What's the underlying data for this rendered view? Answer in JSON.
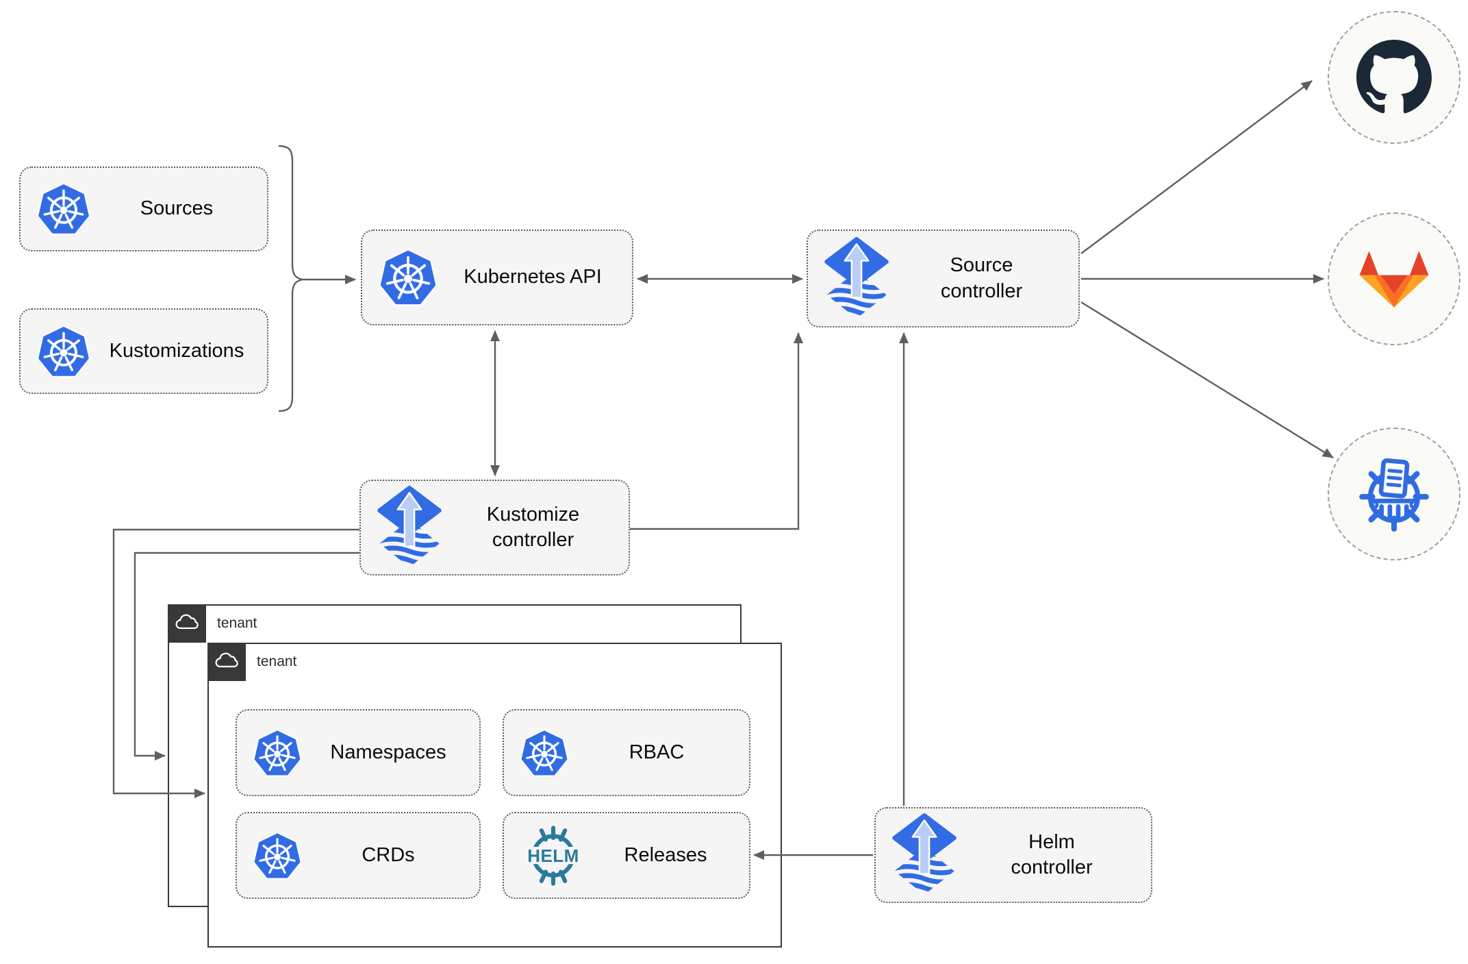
{
  "nodes": {
    "sources": {
      "label": "Sources",
      "icon": "kubernetes-icon"
    },
    "kustomizations": {
      "label": "Kustomizations",
      "icon": "kubernetes-icon"
    },
    "kubernetes_api": {
      "label": "Kubernetes API",
      "icon": "kubernetes-icon"
    },
    "source_controller": {
      "label": "Source controller",
      "icon": "flux-icon"
    },
    "kustomize_controller": {
      "label": "Kustomize controller",
      "icon": "flux-icon"
    },
    "helm_controller": {
      "label": "Helm controller",
      "icon": "flux-icon"
    },
    "namespaces": {
      "label": "Namespaces",
      "icon": "kubernetes-icon"
    },
    "rbac": {
      "label": "RBAC",
      "icon": "kubernetes-icon"
    },
    "crds": {
      "label": "CRDs",
      "icon": "kubernetes-icon"
    },
    "releases": {
      "label": "Releases",
      "icon": "helm-icon"
    }
  },
  "tenants": {
    "back": {
      "label": "tenant",
      "icon": "cloud-icon"
    },
    "front": {
      "label": "tenant",
      "icon": "cloud-icon"
    }
  },
  "remotes": [
    {
      "name": "github",
      "icon": "github-icon"
    },
    {
      "name": "gitlab",
      "icon": "gitlab-icon"
    },
    {
      "name": "helm-repository",
      "icon": "chartmuseum-icon"
    }
  ],
  "logos": {
    "helm_text": "HELM"
  },
  "edges": [
    {
      "from": "sources+kustomizations",
      "to": "kubernetes_api",
      "style": "arrow"
    },
    {
      "from": "kubernetes_api",
      "to": "source_controller",
      "style": "double-arrow"
    },
    {
      "from": "kubernetes_api",
      "to": "kustomize_controller",
      "style": "double-arrow"
    },
    {
      "from": "kustomize_controller",
      "to": "source_controller",
      "style": "arrow"
    },
    {
      "from": "helm_controller",
      "to": "source_controller",
      "style": "arrow"
    },
    {
      "from": "helm_controller",
      "to": "releases",
      "style": "arrow"
    },
    {
      "from": "kustomize_controller",
      "to": "tenant-front",
      "style": "arrow"
    },
    {
      "from": "kustomize_controller",
      "to": "tenant-back",
      "style": "arrow"
    },
    {
      "from": "source_controller",
      "to": "github",
      "style": "arrow"
    },
    {
      "from": "source_controller",
      "to": "gitlab",
      "style": "arrow"
    },
    {
      "from": "source_controller",
      "to": "helm-repository",
      "style": "arrow"
    }
  ],
  "colors": {
    "k8s-blue": "#326CE5",
    "flux-blue": "#316CE4",
    "flux-arrow": "#B9CDF6",
    "helm-teal": "#2B7A9D",
    "github-dark": "#1B2837",
    "gitlab-red": "#E24329",
    "gitlab-orange": "#FC6D26",
    "gitlab-yellow": "#FCA326",
    "cm-blue": "#2F6CE0",
    "edge": "#5F5F5F",
    "node-bg": "#F5F5F5",
    "tenant-dark": "#383838"
  }
}
